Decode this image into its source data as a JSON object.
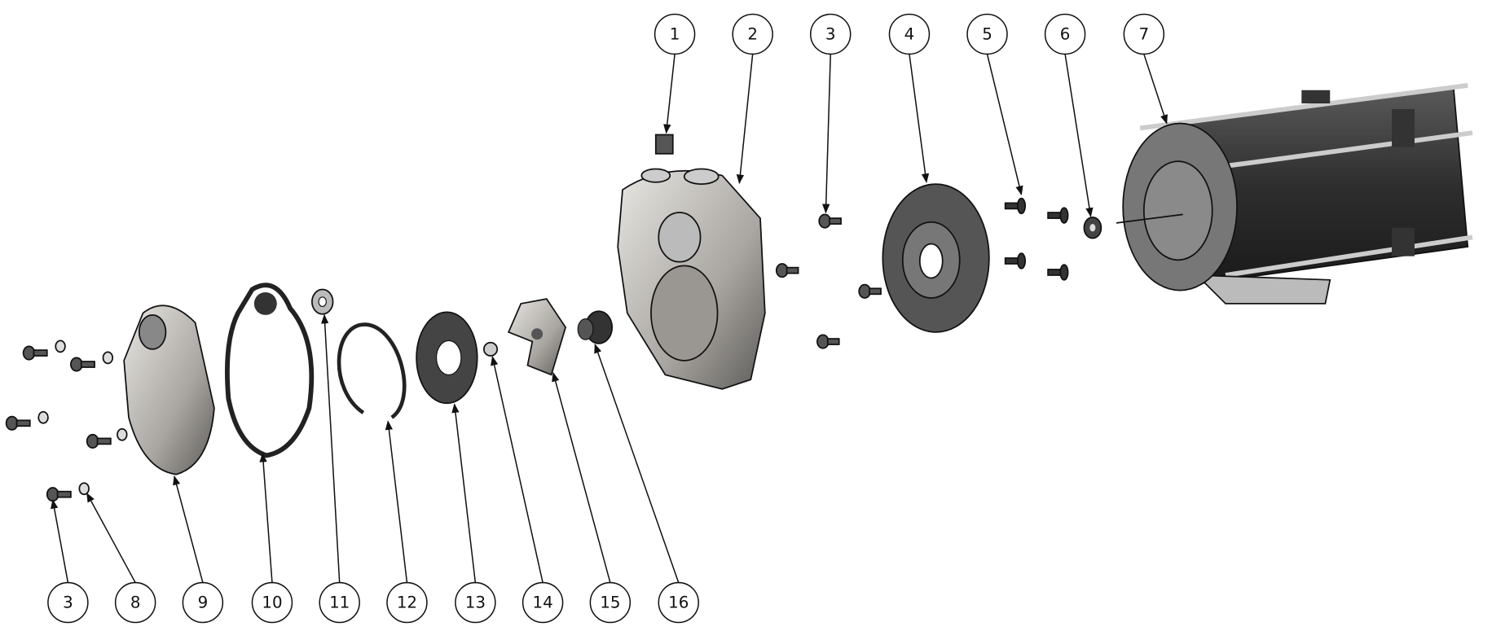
{
  "diagram": {
    "type": "exploded-assembly",
    "balloons_top": [
      "1",
      "2",
      "3",
      "4",
      "5",
      "6",
      "7"
    ],
    "balloons_bottom": [
      "3",
      "8",
      "9",
      "10",
      "11",
      "12",
      "13",
      "14",
      "15",
      "16"
    ]
  },
  "colors": {
    "line": "#111111",
    "metal": "#8a8a8a",
    "dark": "#3a3a3a"
  }
}
